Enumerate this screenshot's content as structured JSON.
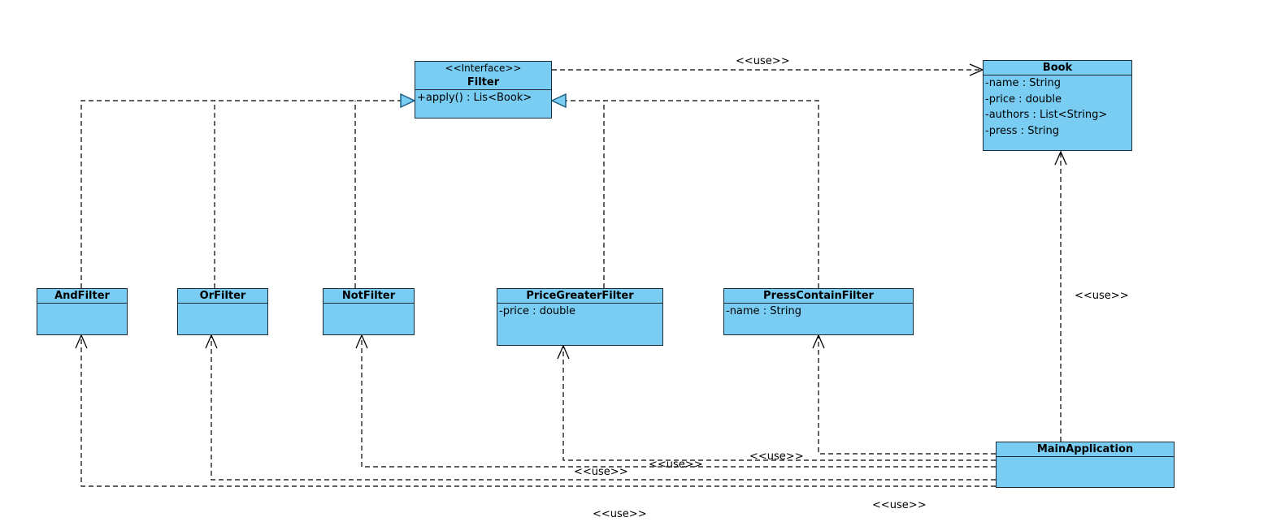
{
  "classes": {
    "filter": {
      "stereotype": "<<Interface>>",
      "name": "Filter",
      "attributes": [],
      "operations": [
        "+apply() : Lis<Book>"
      ]
    },
    "book": {
      "name": "Book",
      "attributes": [
        "-name : String",
        "-price : double",
        "-authors : List<String>",
        "-press : String"
      ],
      "operations": []
    },
    "and_filter": {
      "name": "AndFilter",
      "attributes": [],
      "operations": []
    },
    "or_filter": {
      "name": "OrFilter",
      "attributes": [],
      "operations": []
    },
    "not_filter": {
      "name": "NotFilter",
      "attributes": [],
      "operations": []
    },
    "price_greater_filter": {
      "name": "PriceGreaterFilter",
      "attributes": [
        "-price : double"
      ],
      "operations": []
    },
    "press_contain_filter": {
      "name": "PressContainFilter",
      "attributes": [
        "-name : String"
      ],
      "operations": []
    },
    "main_application": {
      "name": "MainApplication",
      "attributes": [],
      "operations": []
    }
  },
  "edge_labels": {
    "filter_book": "<<use>>",
    "main_book": "<<use>>",
    "main_press": "<<use>>",
    "main_price": "<<use>>",
    "main_not": "<<use>>",
    "main_or": "<<use>>",
    "main_and": "<<use>>"
  },
  "colors": {
    "class_fill": "#79cdf3",
    "border": "#1c2a33",
    "line": "#000000"
  }
}
